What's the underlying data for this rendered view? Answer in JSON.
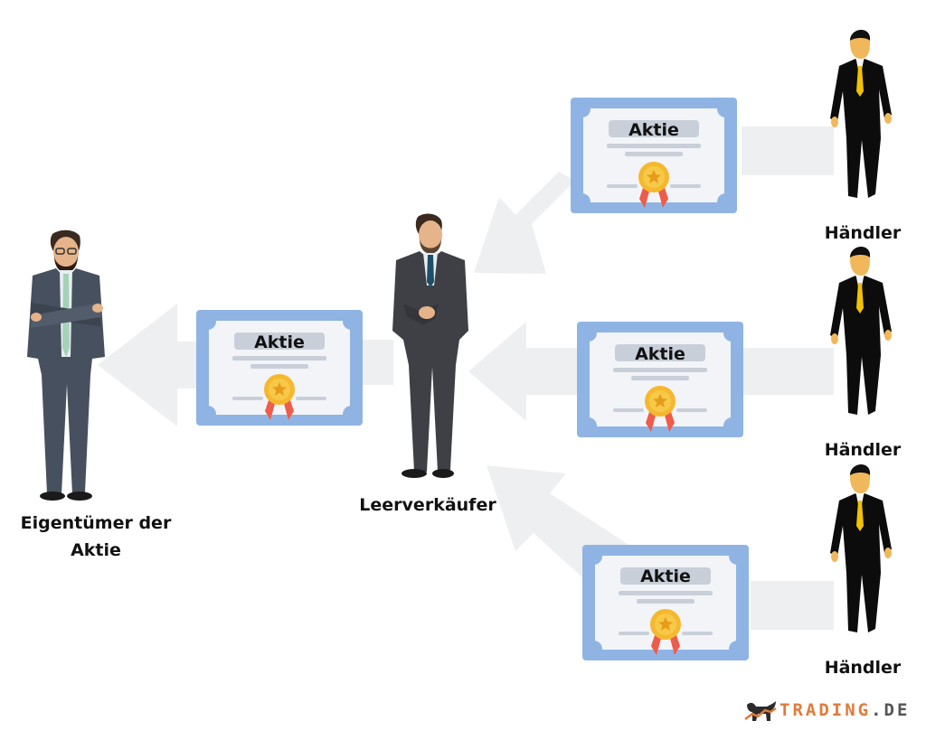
{
  "nodes": {
    "owner": {
      "label": "Eigentümer der\nAktie",
      "label_line1": "Eigentümer der",
      "label_line2": "Aktie"
    },
    "short_seller": {
      "label": "Leerverkäufer"
    },
    "traders": [
      {
        "label": "Händler"
      },
      {
        "label": "Händler"
      },
      {
        "label": "Händler"
      }
    ]
  },
  "certificates": [
    {
      "title": "Aktie"
    },
    {
      "title": "Aktie"
    },
    {
      "title": "Aktie"
    },
    {
      "title": "Aktie"
    }
  ],
  "logo": {
    "brand": "TRADING",
    "suffix": ".DE"
  },
  "colors": {
    "certificate_frame": "#8fb4e3",
    "certificate_paper": "#f2f4f8",
    "title_bar": "#c8cfd9",
    "medal": "#f5b82e",
    "ribbon": "#ee5c4a",
    "arrow": "#eeeff1",
    "trader_tie": "#f2c200",
    "logo_accent": "#e07a3a"
  }
}
